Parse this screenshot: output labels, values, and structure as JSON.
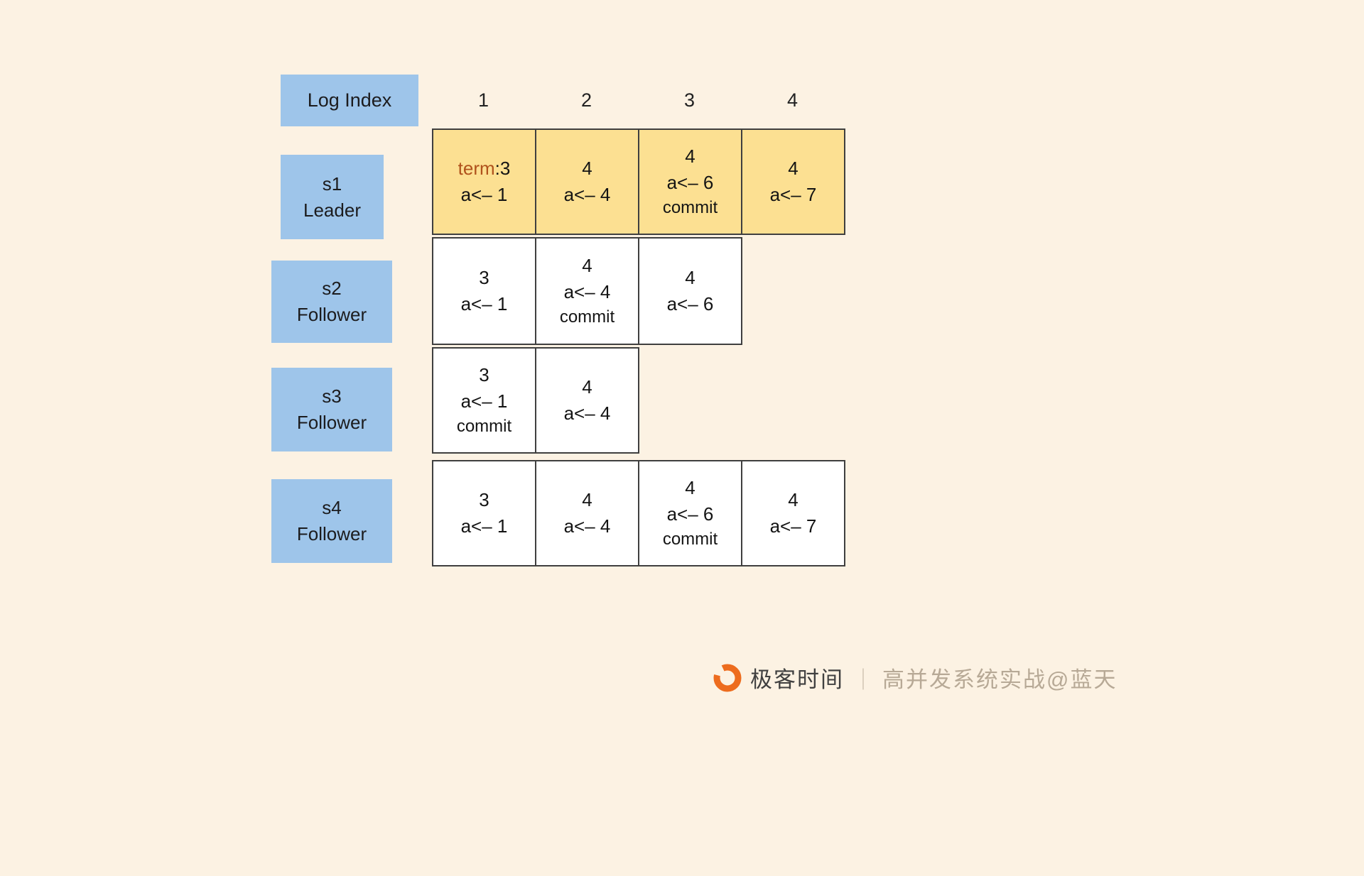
{
  "colors": {
    "background": "#fcf2e3",
    "label_blue": "#9ec5ea",
    "leader_yellow": "#fce092",
    "cell_border": "#3f3f3f",
    "term_keyword_red": "#b0521c",
    "brand_orange": "#ed6c1e"
  },
  "header": {
    "log_index": "Log Index",
    "columns": [
      "1",
      "2",
      "3",
      "4"
    ]
  },
  "rows": [
    {
      "name": "s1",
      "role": "Leader",
      "cells": [
        {
          "term_label": "term",
          "term": ":3",
          "op": "a<– 1",
          "commit": ""
        },
        {
          "term_label": "",
          "term": "4",
          "op": "a<– 4",
          "commit": ""
        },
        {
          "term_label": "",
          "term": "4",
          "op": "a<– 6",
          "commit": "commit"
        },
        {
          "term_label": "",
          "term": "4",
          "op": "a<– 7",
          "commit": ""
        }
      ]
    },
    {
      "name": "s2",
      "role": "Follower",
      "cells": [
        {
          "term_label": "",
          "term": "3",
          "op": "a<– 1",
          "commit": ""
        },
        {
          "term_label": "",
          "term": "4",
          "op": "a<– 4",
          "commit": "commit"
        },
        {
          "term_label": "",
          "term": "4",
          "op": "a<– 6",
          "commit": ""
        }
      ]
    },
    {
      "name": "s3",
      "role": "Follower",
      "cells": [
        {
          "term_label": "",
          "term": "3",
          "op": "a<– 1",
          "commit": "commit"
        },
        {
          "term_label": "",
          "term": "4",
          "op": "a<– 4",
          "commit": ""
        }
      ]
    },
    {
      "name": "s4",
      "role": "Follower",
      "cells": [
        {
          "term_label": "",
          "term": "3",
          "op": "a<– 1",
          "commit": ""
        },
        {
          "term_label": "",
          "term": "4",
          "op": "a<– 4",
          "commit": ""
        },
        {
          "term_label": "",
          "term": "4",
          "op": "a<– 6",
          "commit": "commit"
        },
        {
          "term_label": "",
          "term": "4",
          "op": "a<– 7",
          "commit": ""
        }
      ]
    }
  ],
  "footer": {
    "brand": "极客时间",
    "divider": "｜",
    "credit": "高并发系统实战@蓝天"
  }
}
